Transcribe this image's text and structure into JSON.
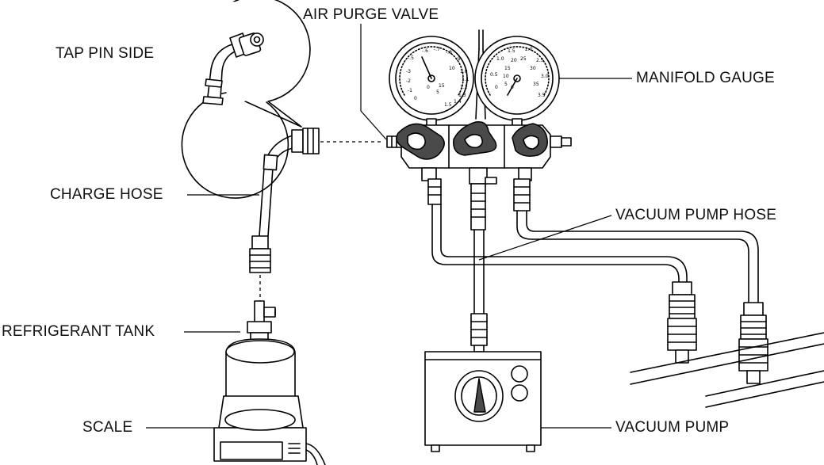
{
  "labels": {
    "tap_pin_side": "TAP PIN SIDE",
    "air_purge_valve": "AIR PURGE VALVE",
    "manifold_gauge": "MANIFOLD GAUGE",
    "charge_hose": "CHARGE HOSE",
    "vacuum_pump_hose": "VACUUM PUMP HOSE",
    "refrigerant_tank": "REFRIGERANT TANK",
    "scale": "SCALE",
    "vacuum_pump": "VACUUM PUMP"
  },
  "colors": {
    "line": "#000000",
    "fill_light": "#d9d9d9",
    "fill_dark": "#4a4a4a",
    "background": "#ffffff"
  }
}
